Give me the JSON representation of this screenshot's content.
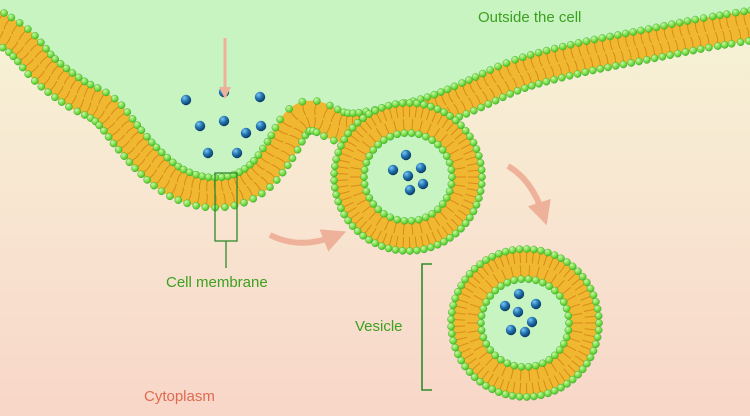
{
  "labels": {
    "outside": "Outside the cell",
    "membrane": "Cell membrane",
    "vesicle": "Vesicle",
    "cytoplasm": "Cytoplasm"
  },
  "colors": {
    "outside_fill": "#c8f4c2",
    "cytoplasm_top": "#f7f2d2",
    "cytoplasm_bottom": "#f8d8c8",
    "lipid_tail": "#f0b830",
    "lipid_head": "#7ce046",
    "head_outline": "#3aa828",
    "molecule": "#1f6fa8",
    "arrow": "#eeb29a",
    "label_green": "#3ca020",
    "label_cytoplasm": "#e06a50"
  },
  "icons": {
    "molecule": "blue-sphere-icon",
    "direction_arrow": "curved-arrow-icon"
  }
}
